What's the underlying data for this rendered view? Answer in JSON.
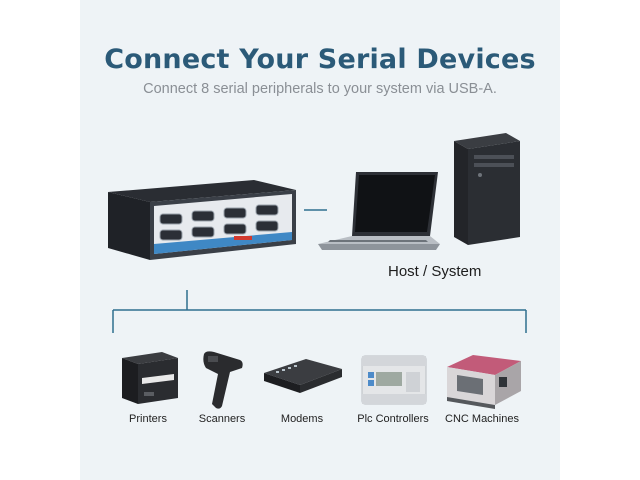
{
  "heading": {
    "title": "Connect Your Serial Devices",
    "subtitle": "Connect 8 serial peripherals to your system via USB-A."
  },
  "host": {
    "label": "Host / System"
  },
  "devices": [
    {
      "label": "Printers",
      "icon": "printer-icon"
    },
    {
      "label": "Scanners",
      "icon": "barcode-scanner-icon"
    },
    {
      "label": "Modems",
      "icon": "modem-icon"
    },
    {
      "label": "Plc Controllers",
      "icon": "plc-controller-icon"
    },
    {
      "label": "CNC Machines",
      "icon": "cnc-machine-icon"
    }
  ],
  "colors": {
    "title": "#2b5a78",
    "panel": "#eef3f6",
    "connector": "#2f6f8f"
  }
}
